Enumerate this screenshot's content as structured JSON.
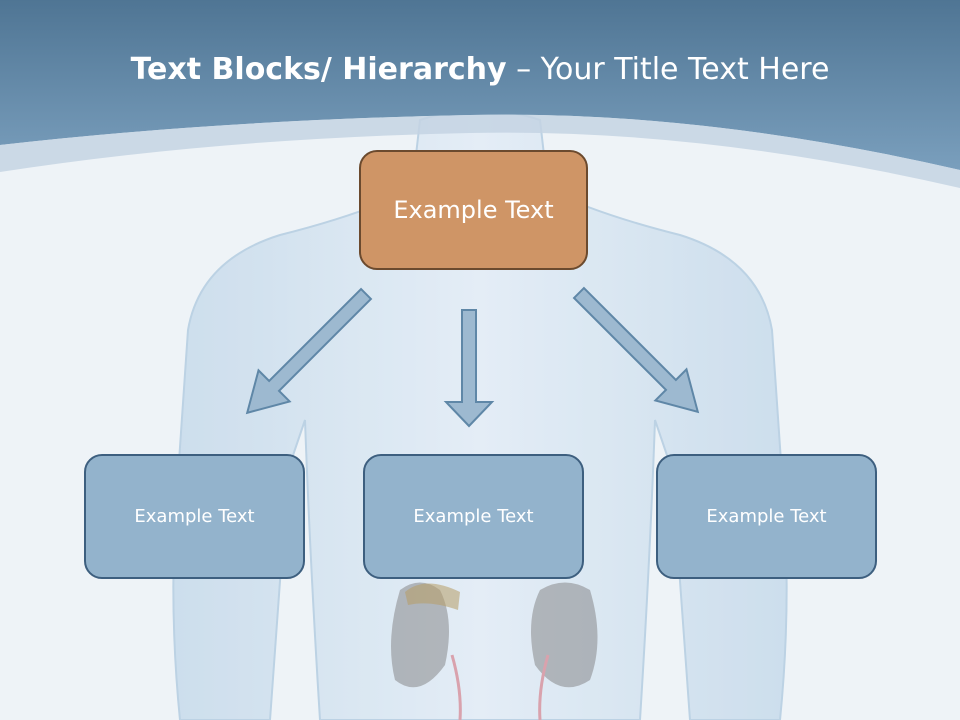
{
  "header": {
    "title_bold": "Text Blocks/ Hierarchy",
    "title_sep": " – ",
    "title_rest": "Your Title Text Here"
  },
  "diagram": {
    "top_box": {
      "label": "Example Text"
    },
    "children": [
      {
        "label": "Example Text"
      },
      {
        "label": "Example Text"
      },
      {
        "label": "Example Text"
      }
    ]
  },
  "colors": {
    "header_band": "#5f87a7",
    "top_box_fill": "#cf9566",
    "child_box_fill": "#93b3cc",
    "arrow_fill": "#9db9d0"
  }
}
